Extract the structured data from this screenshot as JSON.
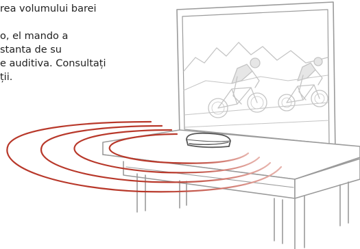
{
  "instruction_text": {
    "lines": [
      "rea volumului barei",
      "",
      "o, el mando a",
      "stanta de su",
      "e auditiva. Consultați",
      "ții."
    ]
  },
  "illustration": {
    "description_icon": "soundbar-tv-cabinet-illustration",
    "colors": {
      "outline": "#9a9a9a",
      "sound_wave": "#b8382a",
      "sound_wave_fade": "#e7b4ad",
      "screen_art": "#c8c8c8"
    }
  }
}
